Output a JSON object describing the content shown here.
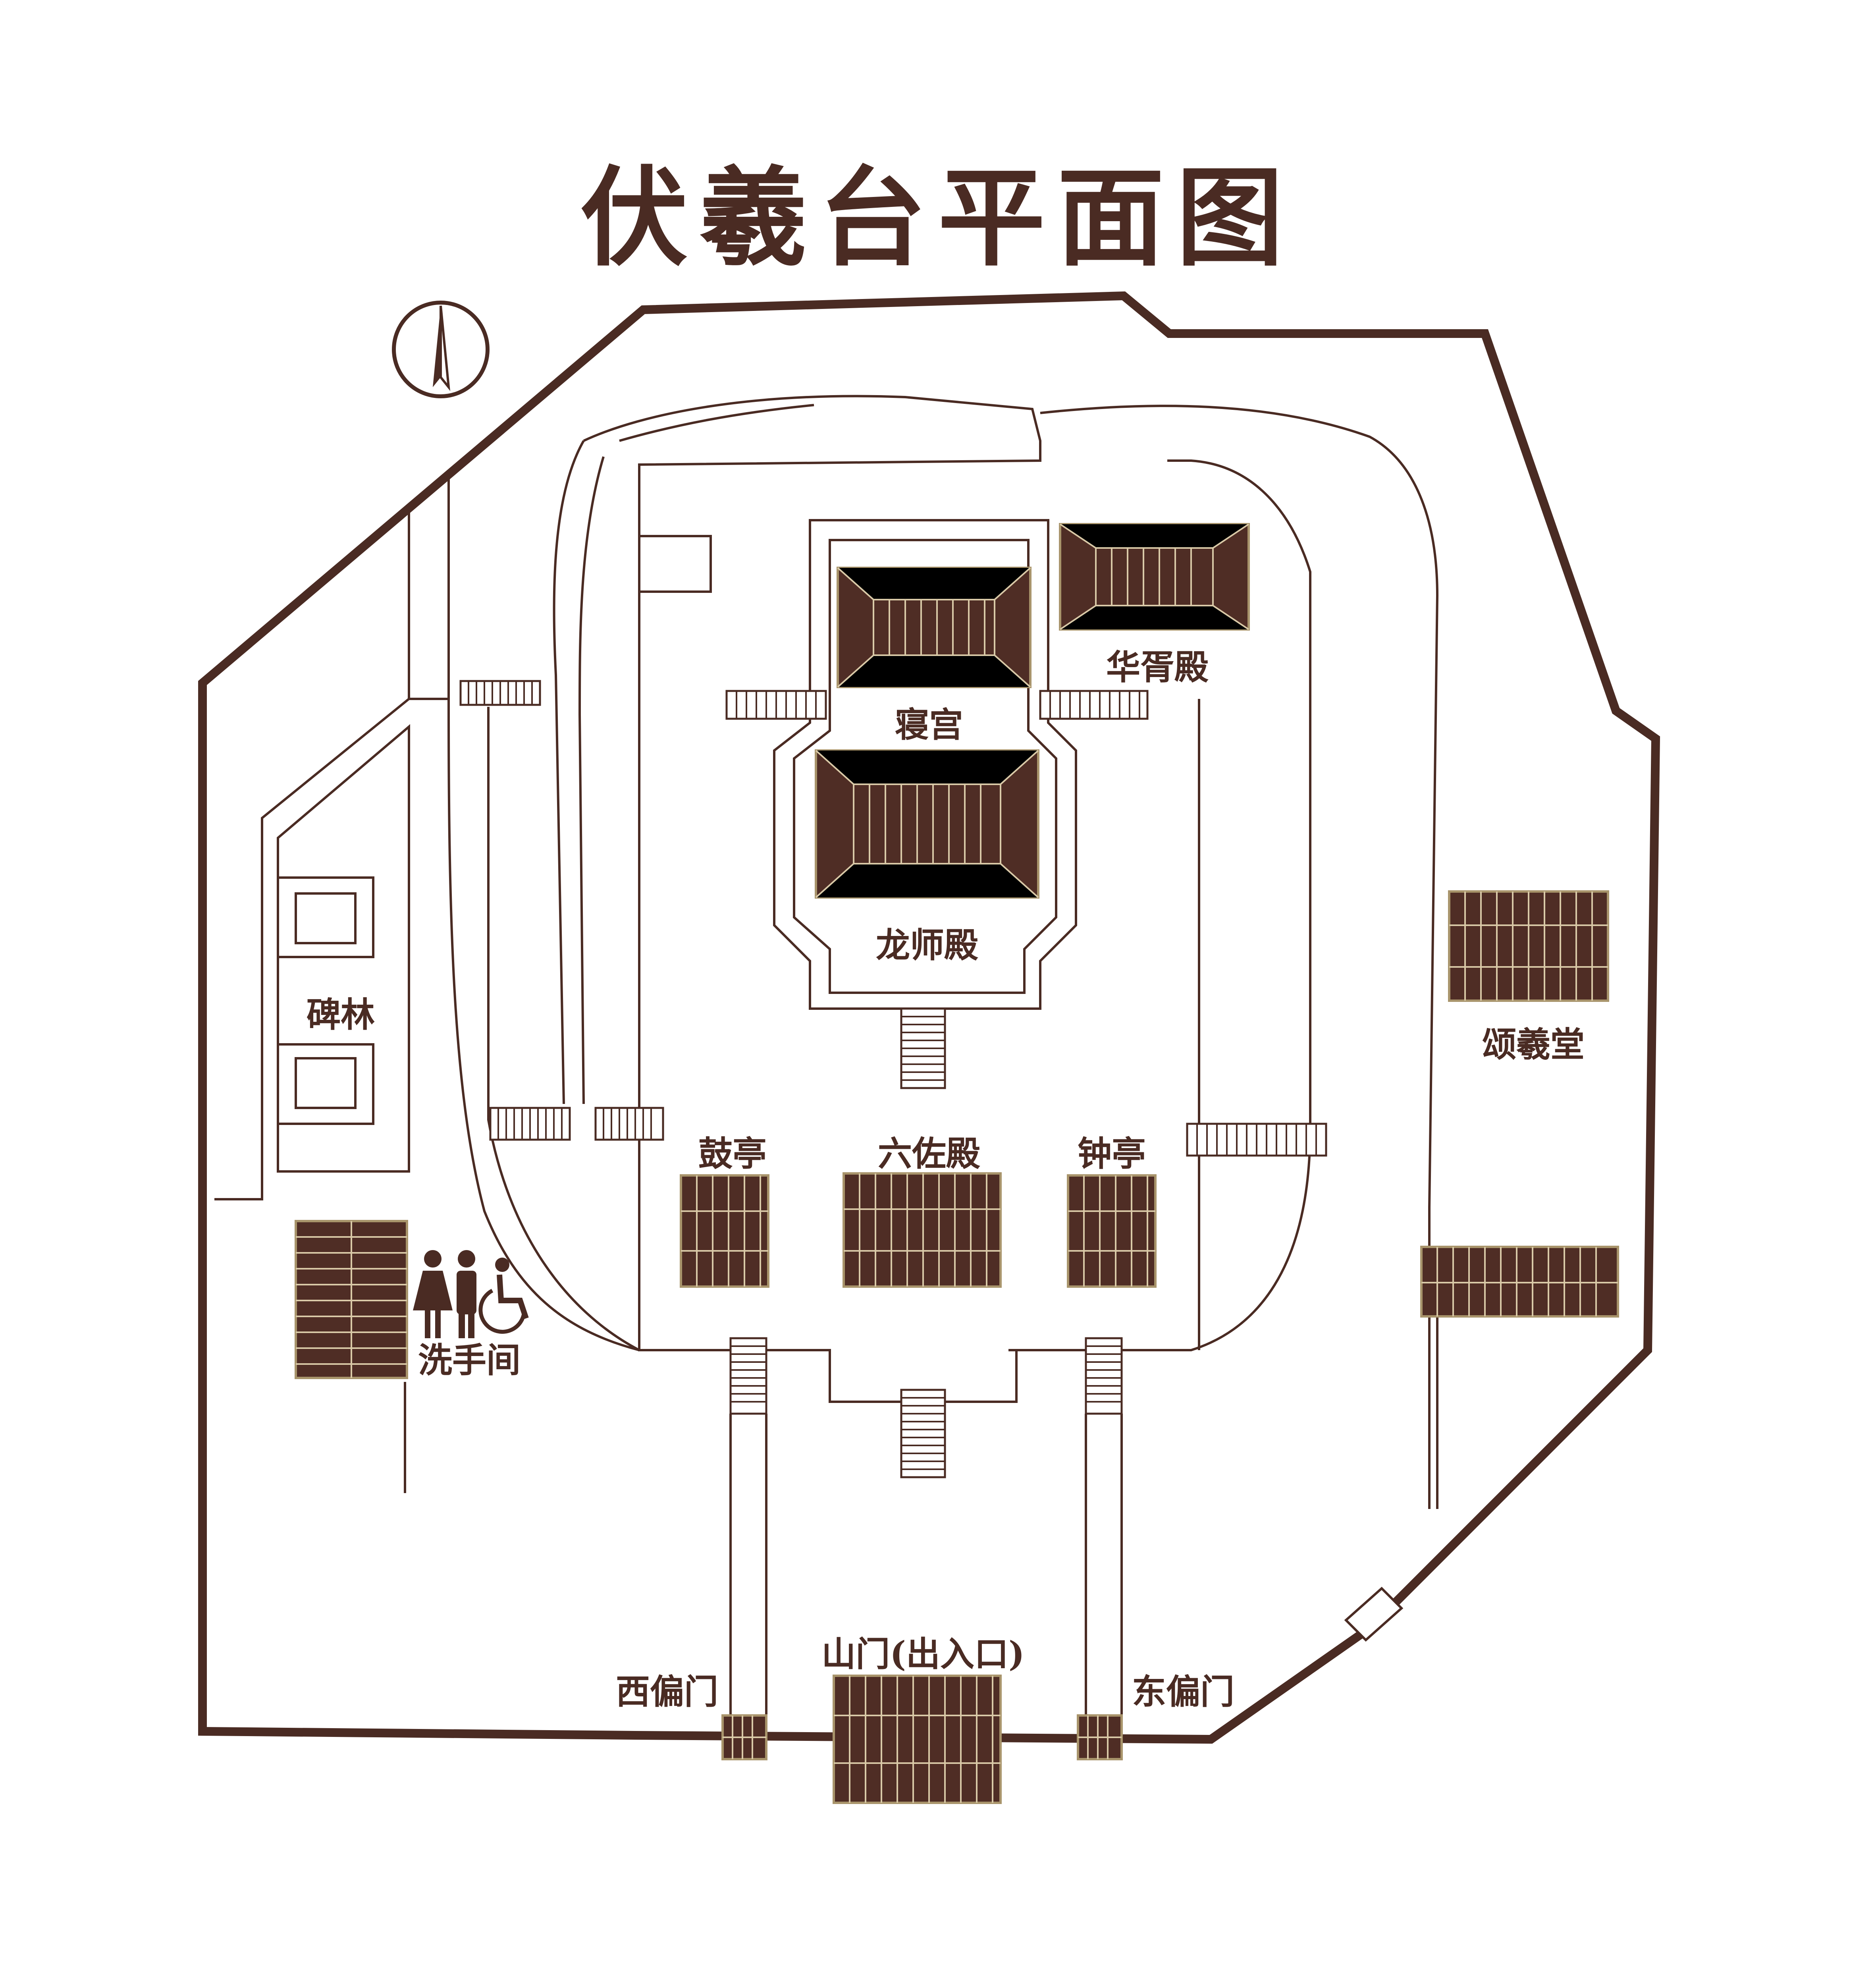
{
  "map": {
    "title": "伏羲台平面图",
    "north_icon": "north-arrow-icon",
    "restroom_icons": [
      "female-icon",
      "male-icon",
      "wheelchair-icon"
    ],
    "labels": {
      "qingong": "寝宫",
      "huaxu": "华胥殿",
      "longshi": "龙师殿",
      "beilin": "碑林",
      "songxi": "颂羲堂",
      "guting": "鼓亭",
      "liuzuo": "六佐殿",
      "zhongting": "钟亭",
      "restroom": "洗手间",
      "shanmen": "山门(出入口)",
      "xipian": "西偏门",
      "dongpian": "东偏门"
    },
    "colors": {
      "line": "#4a2b23",
      "building_fill": "#4f2d25",
      "building_edge": "#a8946b",
      "background": "#ffffff"
    }
  }
}
